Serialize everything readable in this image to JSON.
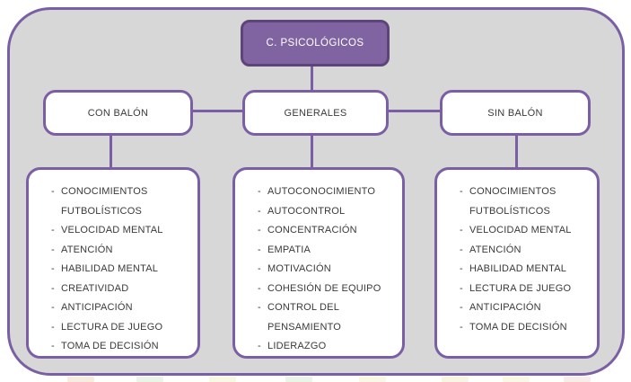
{
  "diagram": {
    "root": {
      "label": "C. PSICOLÓGICOS"
    },
    "branches": [
      {
        "label": "CON BALÓN",
        "items": [
          "CONOCIMIENTOS FUTBOLÍSTICOS",
          "VELOCIDAD MENTAL",
          "ATENCIÓN",
          "HABILIDAD MENTAL",
          "CREATIVIDAD",
          "ANTICIPACIÓN",
          "LECTURA DE JUEGO",
          "TOMA DE DECISIÓN"
        ]
      },
      {
        "label": "GENERALES",
        "items": [
          "AUTOCONOCIMIENTO",
          "AUTOCONTROL",
          "CONCENTRACIÓN",
          "EMPATIA",
          "MOTIVACIÓN",
          "COHESIÓN DE EQUIPO",
          "CONTROL DEL PENSAMIENTO",
          "LIDERAZGO"
        ]
      },
      {
        "label": "SIN BALÓN",
        "items": [
          "CONOCIMIENTOS FUTBOLÍSTICOS",
          "VELOCIDAD MENTAL",
          "ATENCIÓN",
          "HABILIDAD MENTAL",
          "LECTURA DE JUEGO",
          "ANTICIPACIÓN",
          "TOMA DE DECISIÓN"
        ]
      }
    ],
    "list_marker": "-"
  },
  "colors": {
    "accent_purple": "#7b5fa4",
    "root_fill": "#8064a2",
    "root_border": "#5d4677",
    "panel_gray": "#d7d7d7",
    "text": "#3a3a3a",
    "root_text": "#ffffff"
  }
}
